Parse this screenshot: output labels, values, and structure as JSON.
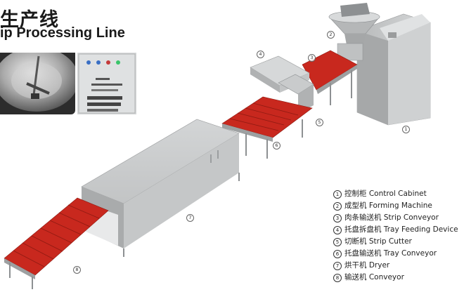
{
  "title_cn": "生产线",
  "title_en": "ip Processing Line",
  "legend": [
    {
      "num": "1",
      "cn": "控制柜",
      "en": "Control Cabinet"
    },
    {
      "num": "2",
      "cn": "成型机",
      "en": "Forming Machine"
    },
    {
      "num": "3",
      "cn": "肉条输送机",
      "en": "Strip Conveyor"
    },
    {
      "num": "4",
      "cn": "托盘拆盘机",
      "en": "Tray Feeding Device"
    },
    {
      "num": "5",
      "cn": "切断机",
      "en": "Strip Cutter"
    },
    {
      "num": "6",
      "cn": "托盘输送机",
      "en": "Tray Conveyor"
    },
    {
      "num": "7",
      "cn": "烘干机",
      "en": "Dryer"
    },
    {
      "num": "8",
      "cn": "输送机",
      "en": "Conveyor"
    }
  ],
  "callouts": [
    "1",
    "2",
    "3",
    "4",
    "5",
    "6",
    "7",
    "8"
  ],
  "colors": {
    "tray_red": "#c8281e",
    "tray_edge": "#8f1a12",
    "machine_gray": "#c9cbcc",
    "machine_dark": "#8d9092"
  },
  "icons": [
    "mixing-kettle-photo",
    "control-panel-photo"
  ]
}
